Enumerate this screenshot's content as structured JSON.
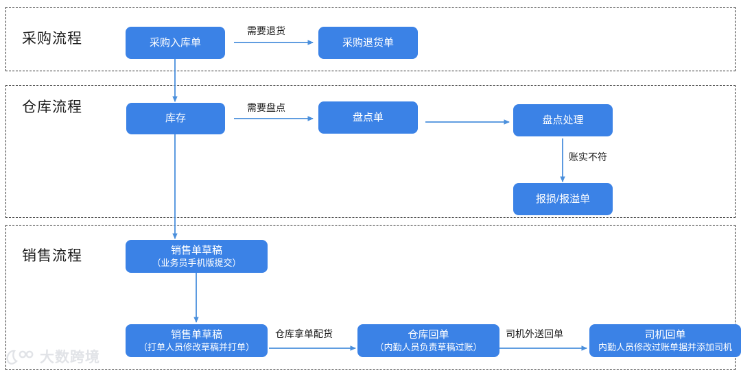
{
  "diagram": {
    "title_hidden": "",
    "colors": {
      "node_fill": "#3b82e6",
      "node_text": "#ffffff",
      "arrow": "#4a8fdc",
      "section_border": "#2b2b2b",
      "label_text": "#1b1b1b",
      "watermark": "#c9cdd4"
    },
    "sections": [
      {
        "label": "采购流程"
      },
      {
        "label": "仓库流程"
      },
      {
        "label": "销售流程"
      }
    ],
    "nodes": [
      {
        "title": "采购入库单",
        "sub": ""
      },
      {
        "title": "采购退货单",
        "sub": ""
      },
      {
        "title": "库存",
        "sub": ""
      },
      {
        "title": "盘点单",
        "sub": ""
      },
      {
        "title": "盘点处理",
        "sub": ""
      },
      {
        "title": "报损/报溢单",
        "sub": ""
      },
      {
        "title": "销售单草稿",
        "sub": "（业务员手机版提交）"
      },
      {
        "title": "销售单草稿",
        "sub": "（打单人员修改草稿并打单）"
      },
      {
        "title": "仓库回单",
        "sub": "（内勤人员负责草稿过账）"
      },
      {
        "title": "司机回单",
        "sub": "内勤人员修改过账单据并添加司机"
      }
    ],
    "edge_labels": [
      {
        "text": "需要退货"
      },
      {
        "text": "需要盘点"
      },
      {
        "text": "账实不符"
      },
      {
        "text": "仓库拿单配货"
      },
      {
        "text": "司机外送回单"
      }
    ],
    "watermark": {
      "text": "大数跨境"
    }
  }
}
